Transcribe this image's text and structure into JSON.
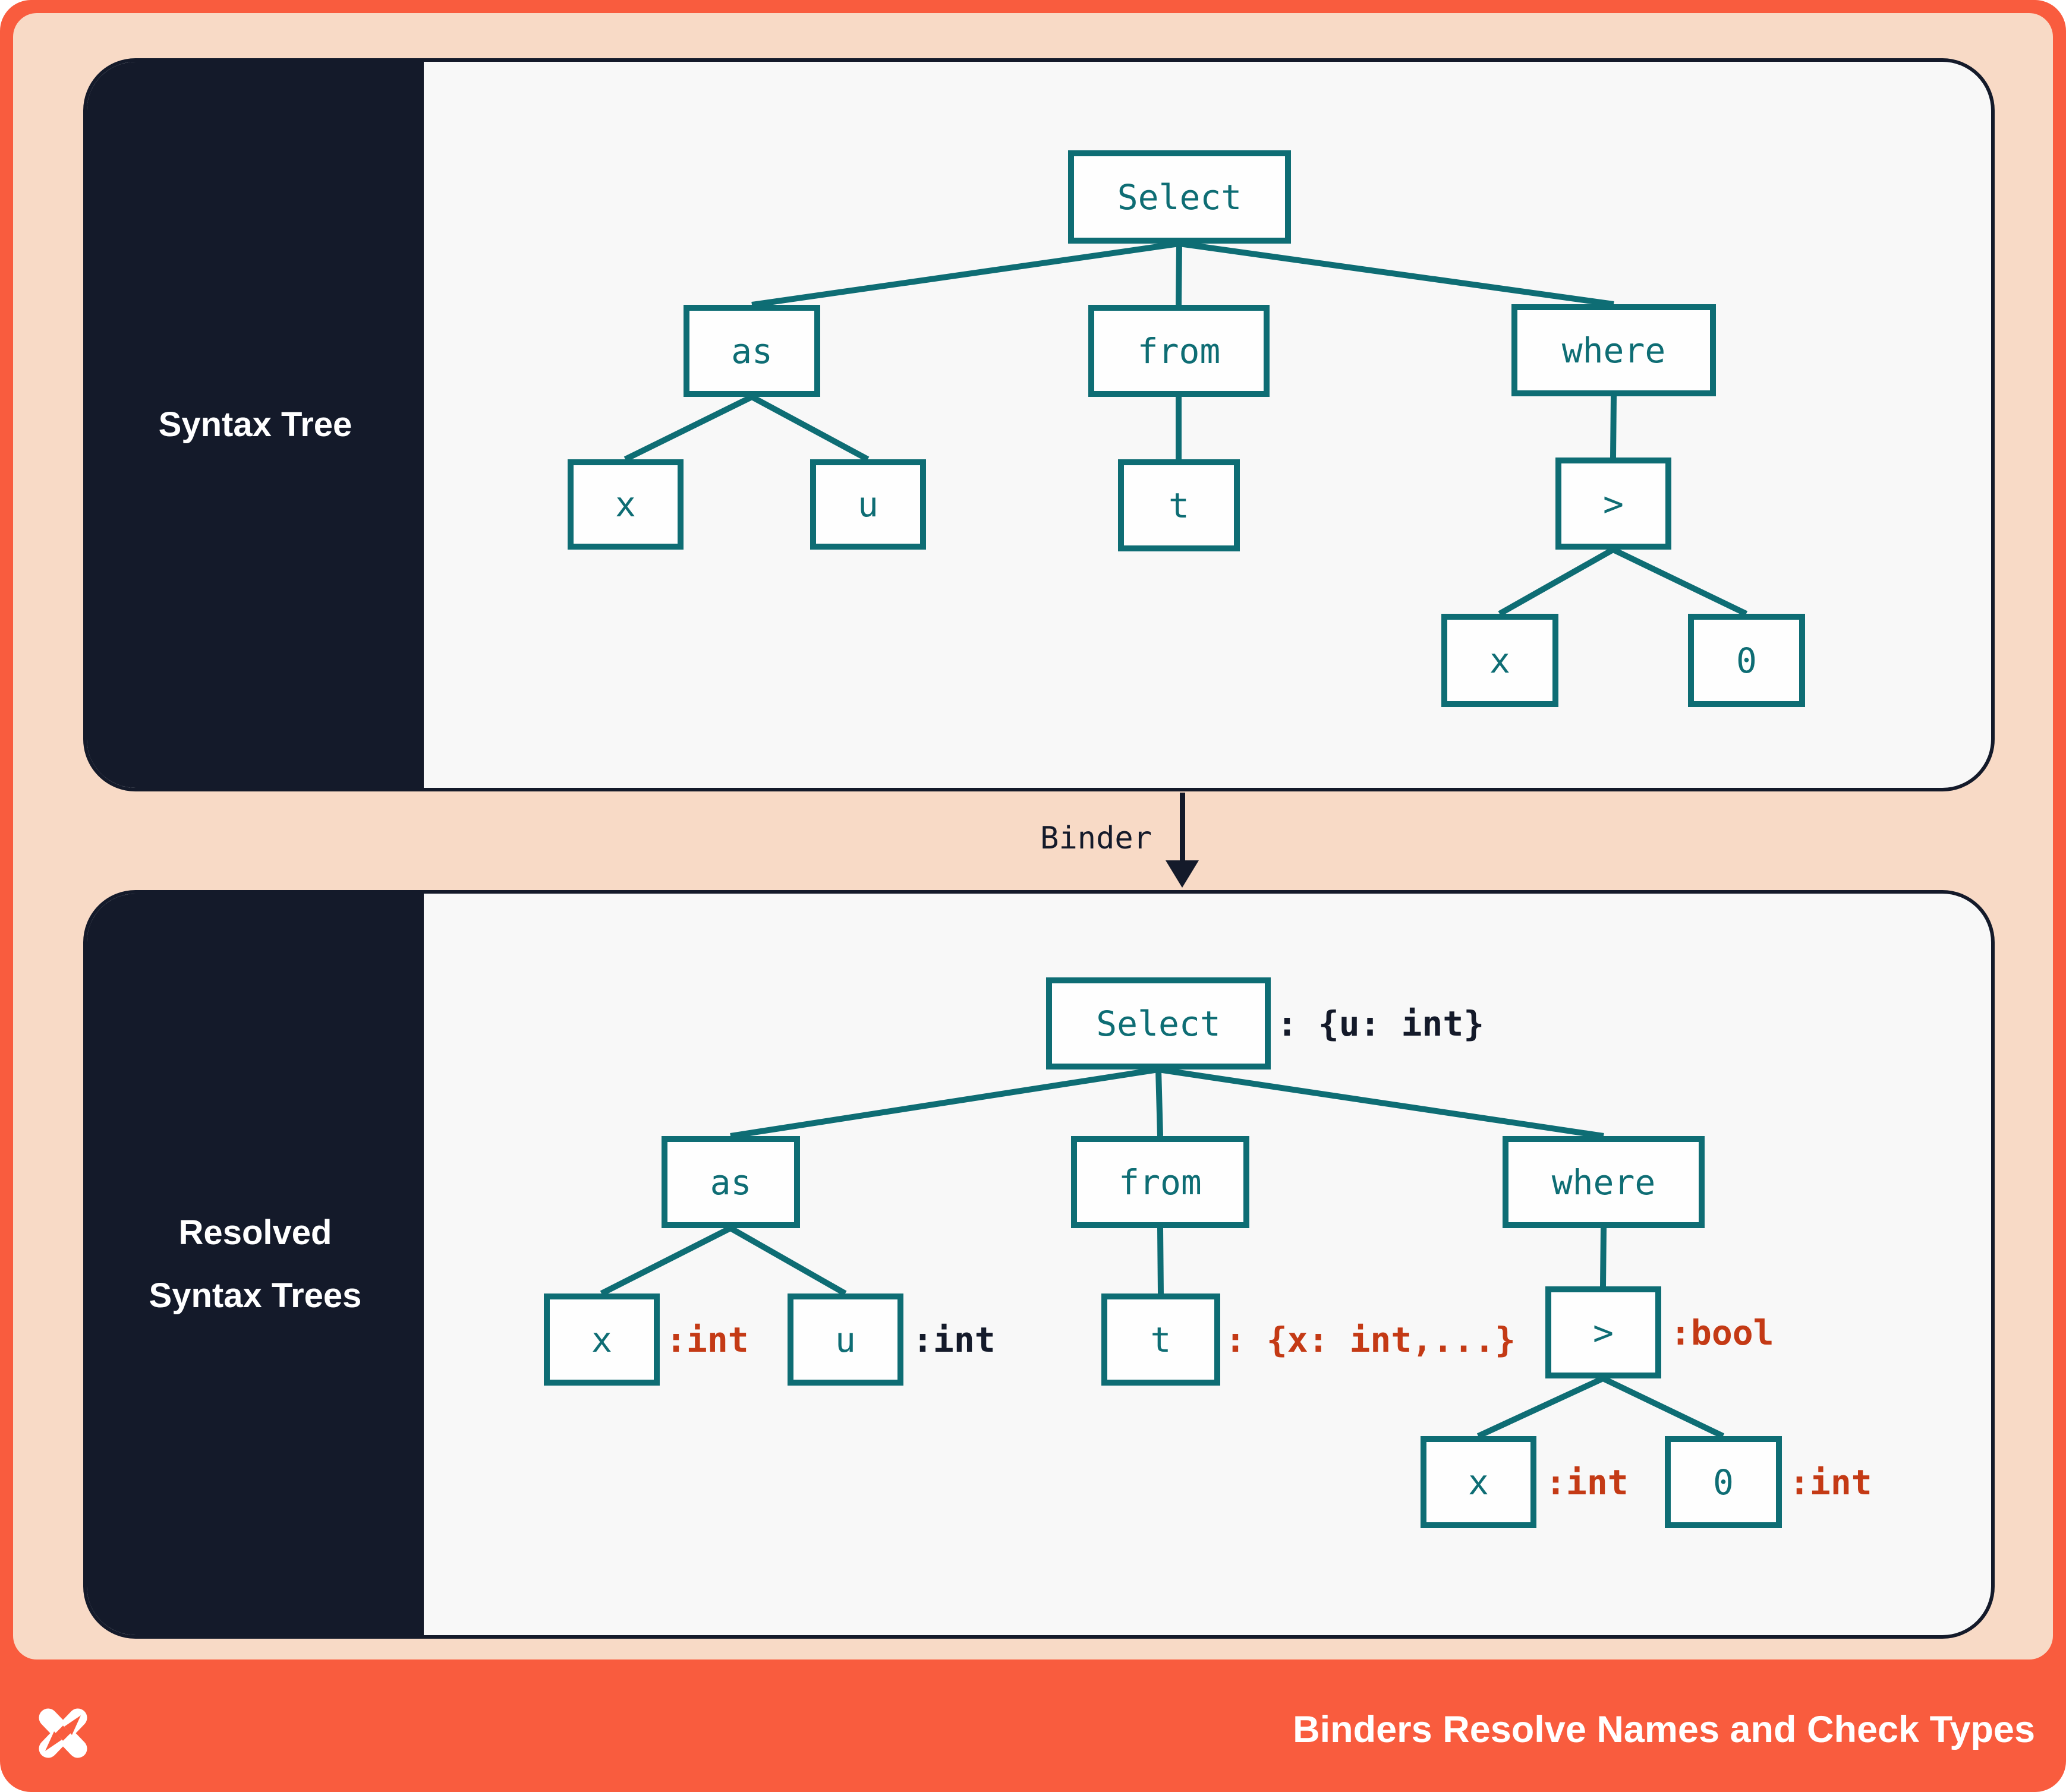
{
  "syntax_tree_panel": {
    "label": "Syntax Tree",
    "nodes": {
      "select": "Select",
      "as": "as",
      "x": "x",
      "u": "u",
      "from": "from",
      "t": "t",
      "where": "where",
      "gt": ">",
      "x2": "x",
      "zero": "0"
    }
  },
  "binder": {
    "label": "Binder"
  },
  "resolved_panel": {
    "label_line1": "Resolved",
    "label_line2": "Syntax Trees",
    "nodes": {
      "select": "Select",
      "as": "as",
      "x": "x",
      "u": "u",
      "from": "from",
      "t": "t",
      "where": "where",
      "gt": ">",
      "x2": "x",
      "zero": "0"
    },
    "annotations": {
      "select": ": {u: int}",
      "x": ":int",
      "u": ":int",
      "t": ": {x: int,...}",
      "gt": ":bool",
      "x2": ":int",
      "zero": ":int"
    }
  },
  "footer": {
    "title": "Binders Resolve Names and Check Types"
  },
  "icons": {
    "logo": "x-pinwheel-logo"
  },
  "colors": {
    "accent_orange": "#F95C3E",
    "background_peach": "#F8DAC6",
    "navy": "#141A2A",
    "node_teal": "#0E6D74",
    "type_error_red": "#C43A15",
    "panel_background": "#F8F8F8"
  }
}
